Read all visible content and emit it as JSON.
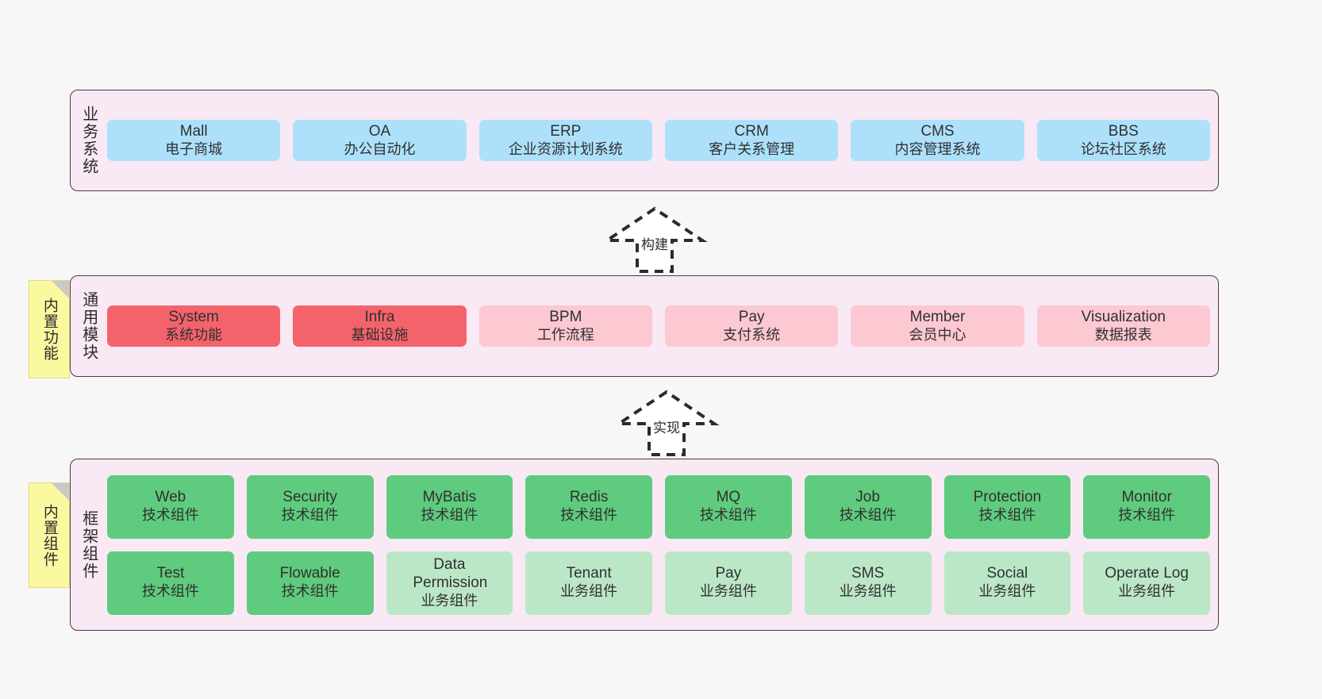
{
  "diagram": {
    "background_color": "#f7f7f7",
    "panel_color": "#f8e9f4",
    "panel_border_color": "#4a3c46",
    "note_color": "#fbf9a0"
  },
  "layers": [
    {
      "id": "business-systems",
      "title": "业务系统",
      "rows": [
        {
          "nodes": [
            {
              "name": "Mall",
              "sub": "电子商城",
              "color": "#ade1fb",
              "style": "c-blue"
            },
            {
              "name": "OA",
              "sub": "办公自动化",
              "color": "#ade1fb",
              "style": "c-blue"
            },
            {
              "name": "ERP",
              "sub": "企业资源计划系统",
              "color": "#ade1fb",
              "style": "c-blue"
            },
            {
              "name": "CRM",
              "sub": "客户关系管理",
              "color": "#ade1fb",
              "style": "c-blue"
            },
            {
              "name": "CMS",
              "sub": "内容管理系统",
              "color": "#ade1fb",
              "style": "c-blue"
            },
            {
              "name": "BBS",
              "sub": "论坛社区系统",
              "color": "#ade1fb",
              "style": "c-blue"
            }
          ]
        }
      ]
    },
    {
      "id": "common-modules",
      "title": "通用模块",
      "note": "内置功能",
      "rows": [
        {
          "nodes": [
            {
              "name": "System",
              "sub": "系统功能",
              "color": "#f4636c",
              "style": "c-red"
            },
            {
              "name": "Infra",
              "sub": "基础设施",
              "color": "#f4636c",
              "style": "c-red"
            },
            {
              "name": "BPM",
              "sub": "工作流程",
              "color": "#fcc8d2",
              "style": "c-pink"
            },
            {
              "name": "Pay",
              "sub": "支付系统",
              "color": "#fcc8d2",
              "style": "c-pink"
            },
            {
              "name": "Member",
              "sub": "会员中心",
              "color": "#fcc8d2",
              "style": "c-pink"
            },
            {
              "name": "Visualization",
              "sub": "数据报表",
              "color": "#fcc8d2",
              "style": "c-pink"
            }
          ]
        }
      ]
    },
    {
      "id": "framework-components",
      "title": "框架组件",
      "note": "内置组件",
      "rows": [
        {
          "nodes": [
            {
              "name": "Web",
              "sub": "技术组件",
              "color": "#5fcb7e",
              "style": "c-green"
            },
            {
              "name": "Security",
              "sub": "技术组件",
              "color": "#5fcb7e",
              "style": "c-green"
            },
            {
              "name": "MyBatis",
              "sub": "技术组件",
              "color": "#5fcb7e",
              "style": "c-green"
            },
            {
              "name": "Redis",
              "sub": "技术组件",
              "color": "#5fcb7e",
              "style": "c-green"
            },
            {
              "name": "MQ",
              "sub": "技术组件",
              "color": "#5fcb7e",
              "style": "c-green"
            },
            {
              "name": "Job",
              "sub": "技术组件",
              "color": "#5fcb7e",
              "style": "c-green"
            },
            {
              "name": "Protection",
              "sub": "技术组件",
              "color": "#5fcb7e",
              "style": "c-green"
            },
            {
              "name": "Monitor",
              "sub": "技术组件",
              "color": "#5fcb7e",
              "style": "c-green"
            }
          ]
        },
        {
          "nodes": [
            {
              "name": "Test",
              "sub": "技术组件",
              "color": "#5fcb7e",
              "style": "c-green"
            },
            {
              "name": "Flowable",
              "sub": "技术组件",
              "color": "#5fcb7e",
              "style": "c-green"
            },
            {
              "name": "Data Permission",
              "sub": "业务组件",
              "color": "#bce7c7",
              "style": "c-lightgreen"
            },
            {
              "name": "Tenant",
              "sub": "业务组件",
              "color": "#bce7c7",
              "style": "c-lightgreen"
            },
            {
              "name": "Pay",
              "sub": "业务组件",
              "color": "#bce7c7",
              "style": "c-lightgreen"
            },
            {
              "name": "SMS",
              "sub": "业务组件",
              "color": "#bce7c7",
              "style": "c-lightgreen"
            },
            {
              "name": "Social",
              "sub": "业务组件",
              "color": "#bce7c7",
              "style": "c-lightgreen"
            },
            {
              "name": "Operate Log",
              "sub": "业务组件",
              "color": "#bce7c7",
              "style": "c-lightgreen"
            }
          ]
        }
      ]
    }
  ],
  "connectors": [
    {
      "id": "build",
      "label": "构建",
      "from": "common-modules",
      "to": "business-systems",
      "style": "dashed-generalization"
    },
    {
      "id": "implement",
      "label": "实现",
      "from": "framework-components",
      "to": "common-modules",
      "style": "dashed-generalization"
    }
  ]
}
